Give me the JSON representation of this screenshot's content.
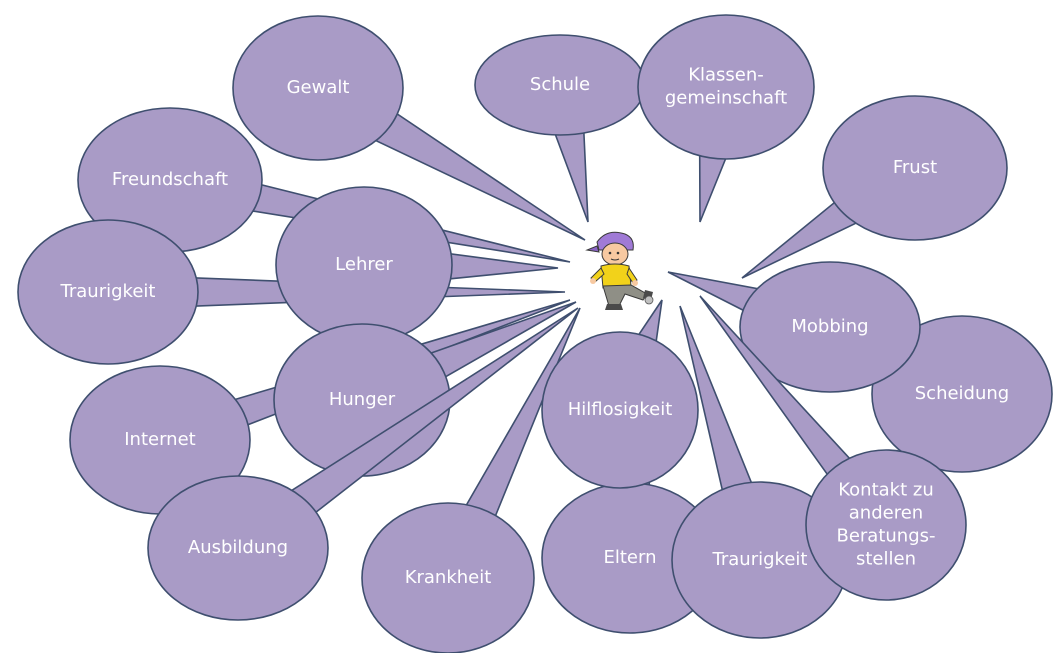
{
  "colors": {
    "bubble_fill": "#a99bc6",
    "bubble_stroke": "#3f4f6f",
    "text": "#ffffff"
  },
  "center_icon": "boy-kicking-ball-icon",
  "bubbles": [
    {
      "id": "gewalt",
      "lines": [
        "Gewalt"
      ]
    },
    {
      "id": "schule",
      "lines": [
        "Schule"
      ]
    },
    {
      "id": "klassengemeinschaft",
      "lines": [
        "Klassen-",
        "gemeinschaft"
      ]
    },
    {
      "id": "frust",
      "lines": [
        "Frust"
      ]
    },
    {
      "id": "freundschaft",
      "lines": [
        "Freundschaft"
      ]
    },
    {
      "id": "traurigkeit-left",
      "lines": [
        "Traurigkeit"
      ]
    },
    {
      "id": "lehrer",
      "lines": [
        "Lehrer"
      ]
    },
    {
      "id": "internet",
      "lines": [
        "Internet"
      ]
    },
    {
      "id": "hunger",
      "lines": [
        "Hunger"
      ]
    },
    {
      "id": "ausbildung",
      "lines": [
        "Ausbildung"
      ]
    },
    {
      "id": "krankheit",
      "lines": [
        "Krankheit"
      ]
    },
    {
      "id": "eltern",
      "lines": [
        "Eltern"
      ]
    },
    {
      "id": "hilflosigkeit",
      "lines": [
        "Hilflosigkeit"
      ]
    },
    {
      "id": "traurigkeit-bottom",
      "lines": [
        "Traurigkeit"
      ]
    },
    {
      "id": "scheidung",
      "lines": [
        "Scheidung"
      ]
    },
    {
      "id": "mobbing",
      "lines": [
        "Mobbing"
      ]
    },
    {
      "id": "kontakt",
      "lines": [
        "Kontakt zu",
        "anderen",
        "Beratungs-",
        "stellen"
      ]
    }
  ]
}
